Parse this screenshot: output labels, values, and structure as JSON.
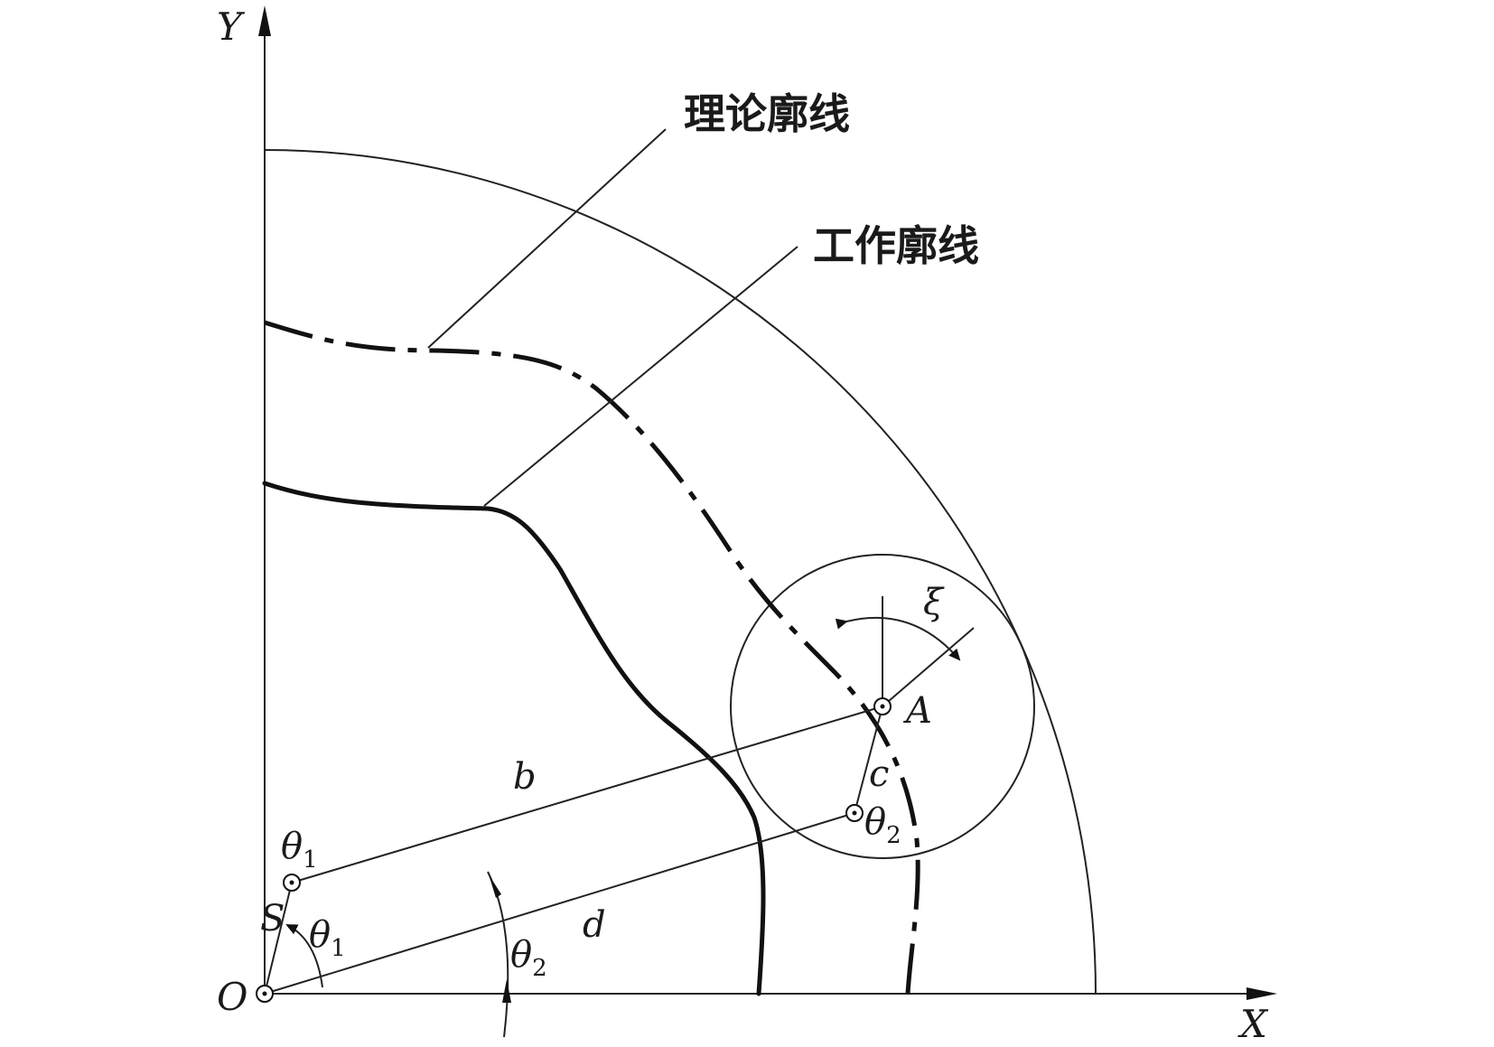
{
  "axes": {
    "x_label": "X",
    "y_label": "Y",
    "origin_label": "O"
  },
  "callouts": {
    "theoretical": "理论廓线",
    "working": "工作廓线"
  },
  "labels": {
    "A": "A",
    "b": "b",
    "c": "c",
    "d": "d",
    "S": "S",
    "xi": "ξ",
    "theta": "θ",
    "sub1": "1",
    "sub2": "2"
  }
}
